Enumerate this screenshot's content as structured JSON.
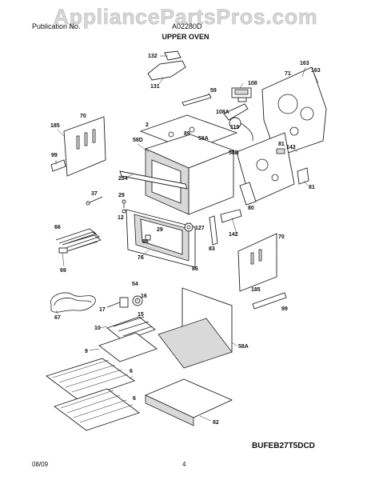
{
  "watermark": "AppliancePartsPros.com",
  "header": {
    "publication": "Publication No.",
    "publication_no": "A02280D",
    "title": "UPPER OVEN"
  },
  "labels": {
    "l132": "132",
    "l131": "131",
    "l163a": "163",
    "l163b": "163",
    "l71": "71",
    "l108": "108",
    "l59": "59",
    "l185a": "185",
    "l70a": "70",
    "l99a": "99",
    "l2": "2",
    "l89": "89",
    "l58a_top": "58A",
    "l58d": "58D",
    "l108a": "108A",
    "l119": "119",
    "l58b": "58B",
    "l81a": "81",
    "l143": "143",
    "l81b": "81",
    "l284": "284",
    "l37": "37",
    "l29a": "29",
    "l12": "12",
    "l80": "80",
    "l66": "66",
    "l69": "69",
    "l86a": "86",
    "l29b": "29",
    "l127": "127",
    "l142": "142",
    "l83": "83",
    "l76": "76",
    "l86b": "86",
    "l70b": "70",
    "l185b": "185",
    "l99b": "99",
    "l54": "54",
    "l16": "16",
    "l17": "17",
    "l15": "15",
    "l67": "67",
    "l10": "10",
    "l9": "9",
    "l58a_bot": "58A",
    "l6a": "6",
    "l6b": "6",
    "l82": "82"
  },
  "footer": {
    "model": "BUFEB27T5DCD",
    "date": "08/09",
    "page": "4"
  }
}
